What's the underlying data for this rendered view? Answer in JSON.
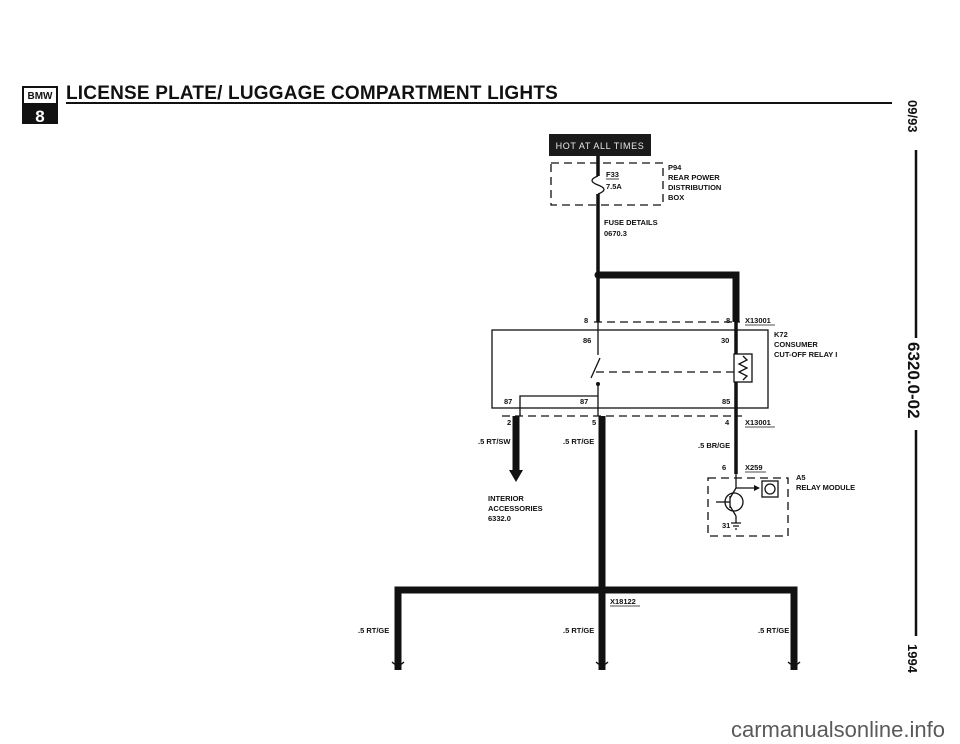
{
  "header": {
    "logo_text": "BMW",
    "logo_series": "8",
    "title": "LICENSE PLATE/ LUGGAGE COMPARTMENT LIGHTS"
  },
  "side_margin": {
    "date": "09/93",
    "page_code": "6320.0-02",
    "year": "1994"
  },
  "power_label": "HOT AT ALL TIMES",
  "fuse": {
    "id": "F33",
    "rating": "7.5A",
    "box_code": "P94",
    "box_line1": "REAR POWER",
    "box_line2": "DISTRIBUTION",
    "box_line3": "BOX",
    "details_line1": "FUSE DETAILS",
    "details_line2": "0670.3"
  },
  "relay": {
    "code": "K72",
    "name_line1": "CONSUMER",
    "name_line2": "CUT-OFF RELAY I",
    "connector_top": "X13001",
    "connector_bottom": "X13001",
    "pin_top_left": "8",
    "pin_top_right": "8",
    "pin_86": "86",
    "pin_30": "30",
    "pin_87_outer": "87",
    "pin_87_inner": "87",
    "pin_85": "85",
    "pin_2": "2",
    "pin_5": "5",
    "pin_4": "4"
  },
  "wires": {
    "rt_sw": ".5 RT/SW",
    "rt_ge_center": ".5 RT/GE",
    "br_ge": ".5 BR/GE",
    "rt_ge_left": ".5 RT/GE",
    "rt_ge_mid": ".5 RT/GE",
    "rt_ge_right": ".5 RT/GE"
  },
  "interior": {
    "line1": "INTERIOR",
    "line2": "ACCESSORIES",
    "line3": "6332.0"
  },
  "module": {
    "pin_6": "6",
    "connector": "X259",
    "code": "A5",
    "name": "RELAY MODULE",
    "pin_31": "31"
  },
  "splice": "X18122",
  "watermark": "carmanualsonline.info"
}
